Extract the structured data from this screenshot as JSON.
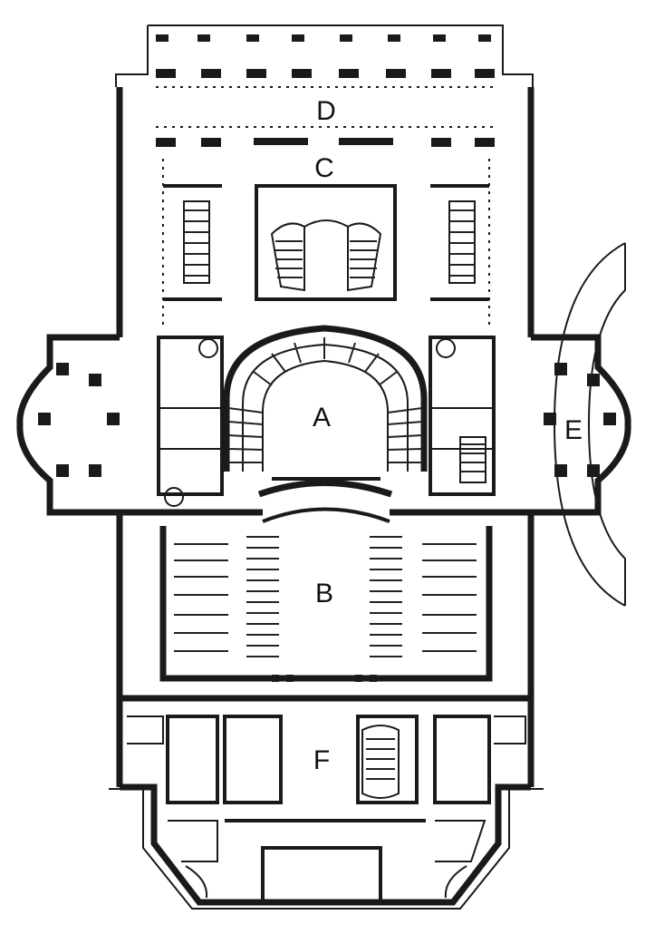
{
  "plan": {
    "labels": {
      "a": "A",
      "b": "B",
      "c": "C",
      "d": "D",
      "e": "E",
      "f": "F"
    }
  }
}
